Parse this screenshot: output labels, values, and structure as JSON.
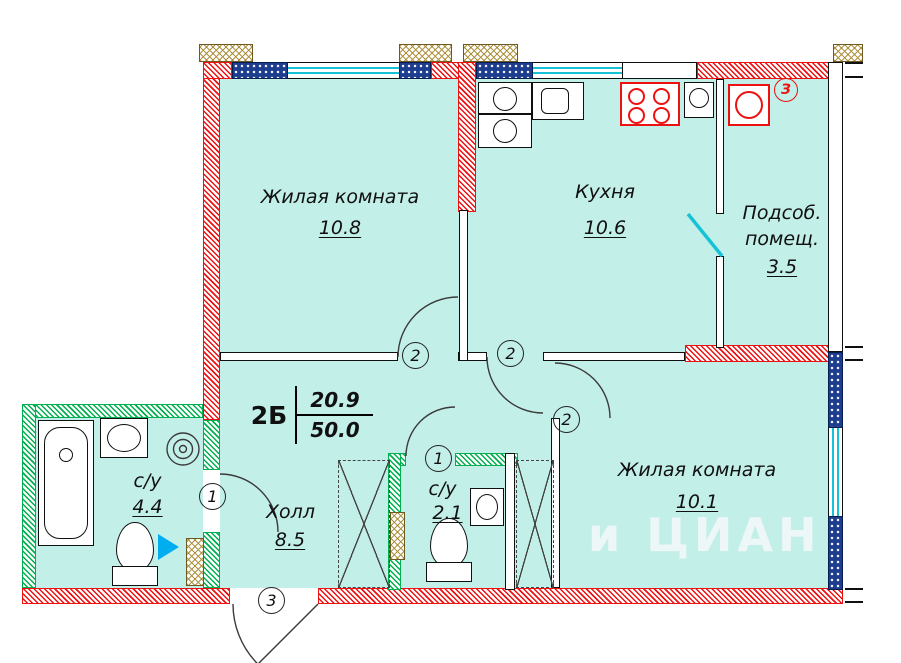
{
  "plan": {
    "info_box": {
      "type": "2Б",
      "living_area": "20.9",
      "total_area": "50.0"
    },
    "rooms": {
      "living1": {
        "name": "Жилая комната",
        "area": "10.8"
      },
      "kitchen": {
        "name": "Кухня",
        "area": "10.6"
      },
      "utility": {
        "name_line1": "Подсоб.",
        "name_line2": "помещ.",
        "area": "3.5"
      },
      "living2": {
        "name": "Жилая комната",
        "area": "10.1"
      },
      "hall": {
        "name": "Холл",
        "area": "8.5"
      },
      "bath_big": {
        "name": "с/у",
        "area": "4.4"
      },
      "bath_small": {
        "name": "с/у",
        "area": "2.1"
      }
    },
    "door_marks": {
      "m1": "2",
      "m2": "2",
      "m3": "2",
      "m4": "1",
      "m5": "1",
      "m6": "3"
    },
    "symbols": {
      "gas_riser": "З"
    },
    "watermark": "и ЦИАН",
    "colors": {
      "floor_fill": "#c3efe9",
      "wall_red": "#ee1111",
      "wall_green": "#00b050",
      "window_navy": "#1d3d8f",
      "glass_cyan": "#16c3d6",
      "vent_tan": "#ab8c36",
      "door_blue": "#00aeef"
    }
  }
}
